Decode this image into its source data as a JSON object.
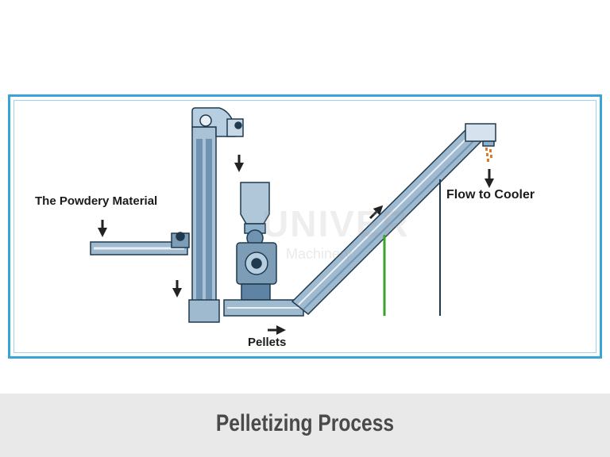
{
  "diagram": {
    "labels": {
      "powdery_material": "The Powdery Material",
      "flow_to_cooler": "Flow to Cooler",
      "pellets": "Pellets"
    },
    "watermark": {
      "main": "UNIVER",
      "sub": "Machinery"
    }
  },
  "footer": {
    "caption": "Pelletizing Process"
  },
  "colors": {
    "frame_border": "#3aa3d8",
    "machine_blue": "#8fb0c9",
    "machine_outline": "#1f3a4f",
    "support_green": "#3aa32a",
    "pellet_orange": "#e07a2a",
    "footer_background": "#e9e9e9",
    "footer_text": "#4a4a4a"
  }
}
